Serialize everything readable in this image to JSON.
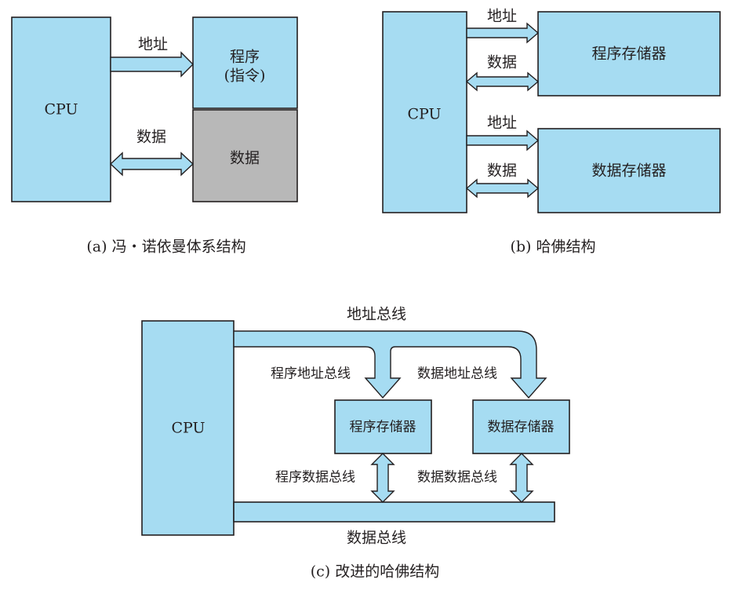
{
  "colors": {
    "block": "#a6dcf2",
    "gray_block": "#b8b8b8",
    "outline": "#231f20"
  },
  "a": {
    "cpu": "CPU",
    "program_line1": "程序",
    "program_line2": "(指令)",
    "data_block": "数据",
    "address": "地址",
    "data": "数据",
    "caption": "(a) 冯・诺依曼体系结构"
  },
  "b": {
    "cpu": "CPU",
    "program_memory": "程序存储器",
    "data_memory": "数据存储器",
    "address_top": "地址",
    "data_top": "数据",
    "address_bottom": "地址",
    "data_bottom": "数据",
    "caption": "(b) 哈佛结构"
  },
  "c": {
    "cpu": "CPU",
    "program_memory": "程序存储器",
    "data_memory": "数据存储器",
    "address_bus": "地址总线",
    "program_address_bus": "程序地址总线",
    "data_address_bus": "数据地址总线",
    "program_data_bus": "程序数据总线",
    "data_data_bus": "数据数据总线",
    "data_bus": "数据总线",
    "caption": "(c) 改进的哈佛结构"
  }
}
